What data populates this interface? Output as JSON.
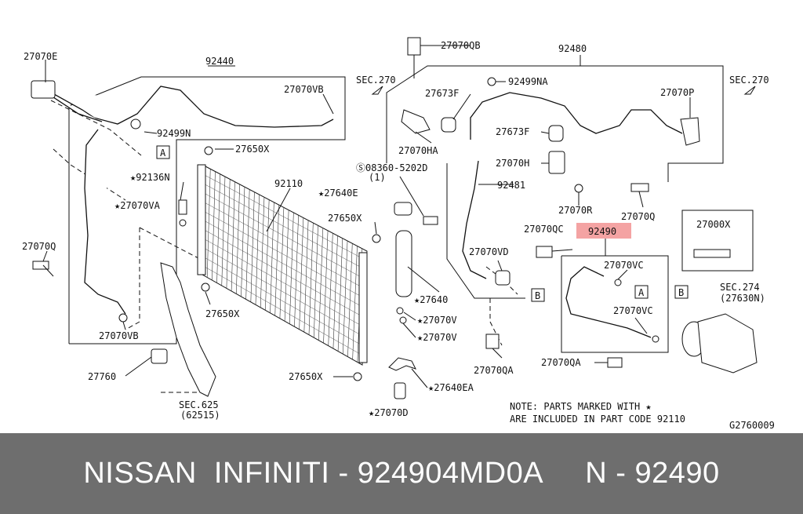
{
  "labels": {
    "l27070E": "27070E",
    "l92440": "92440",
    "lsec270a": "SEC.270",
    "l27070VB_top": "27070VB",
    "l92499N": "92499N",
    "l27650X_top": "27650X",
    "l92136N": "★92136N",
    "l27070VA": "★27070VA",
    "l27070Q_left": "27070Q",
    "l27070VB_bot": "27070VB",
    "l27760": "27760",
    "lsec625": "SEC.625",
    "l62515": "(62515)",
    "l92110": "92110",
    "l08360": "Ⓢ08360-5202D",
    "l08360sub": "(1)",
    "l27640E": "★27640E",
    "l27650X_mid": "27650X",
    "l27650X_lowleft": "27650X",
    "l27640": "★27640",
    "l27070V_a": "★27070V",
    "l27070V_b": "★27070V",
    "l27650X_bot": "27650X",
    "l27640EA": "★27640EA",
    "l27070D": "★27070D",
    "l27070QB": "27070QB",
    "l92480": "92480",
    "l92499NA": "92499NA",
    "l27673F_a": "27673F",
    "l27070HA": "27070HA",
    "l27673F_b": "27673F",
    "l27070H": "27070H",
    "l92481": "92481",
    "l27070R": "27070R",
    "l27070P": "27070P",
    "lsec270b": "SEC.270",
    "l27070Q_right": "27070Q",
    "l27000X": "27000X",
    "l27070QC": "27070QC",
    "l92490": "92490",
    "l27070VD": "27070VD",
    "l27070VC_a": "27070VC",
    "l27070VC_b": "27070VC",
    "lsec274": "SEC.274",
    "l27630N": "(27630N)",
    "l27070QA_a": "27070QA",
    "l27070QA_b": "27070QA",
    "boxA1": "A",
    "boxA2": "A",
    "boxB1": "B",
    "boxB2": "B",
    "note1": "NOTE: PARTS MARKED WITH ★",
    "note2": "ARE INCLUDED IN PART CODE 92110",
    "diagram_id": "G2760009"
  },
  "highlight_color": "#f4a3a3",
  "footer": "NISSAN  INFINITI - 924904MD0A     N - 92490"
}
